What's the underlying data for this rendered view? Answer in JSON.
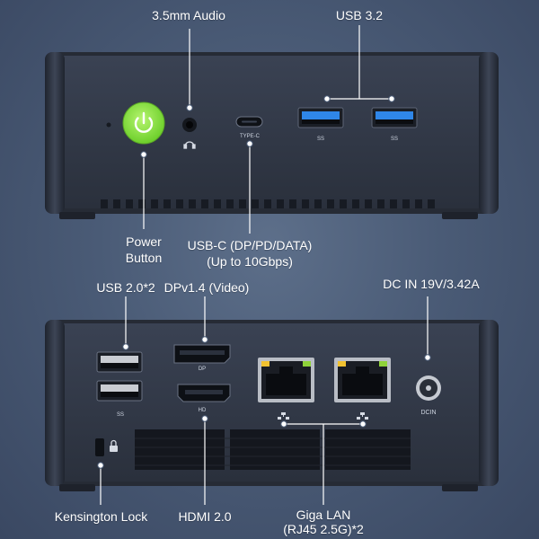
{
  "front": {
    "labels": {
      "audio": "3.5mm Audio",
      "usb32": "USB 3.2",
      "power_line1": "Power",
      "power_line2": "Button",
      "usbc_line1": "USB-C (DP/PD/DATA)",
      "usbc_line2": "(Up to 10Gbps)"
    },
    "port_marks": {
      "typec": "TYPE-C",
      "ss": "SS"
    }
  },
  "rear": {
    "labels": {
      "usb20": "USB 2.0*2",
      "dp": "DPv1.4 (Video)",
      "dcin": "DC IN 19V/3.42A",
      "kensington": "Kensington Lock",
      "hdmi": "HDMI 2.0",
      "lan_line1": "Giga LAN",
      "lan_line2": "(RJ45 2.5G)*2"
    },
    "port_marks": {
      "dcin": "DCIN",
      "ss": "SS",
      "dp": "DP",
      "hd": "HD"
    }
  },
  "colors": {
    "power_button": "#8ee04a",
    "lan_led_green": "#8fd23a",
    "lan_led_yellow": "#f2c230",
    "usb3_blue": "#2f86e8",
    "case": "#313847"
  }
}
